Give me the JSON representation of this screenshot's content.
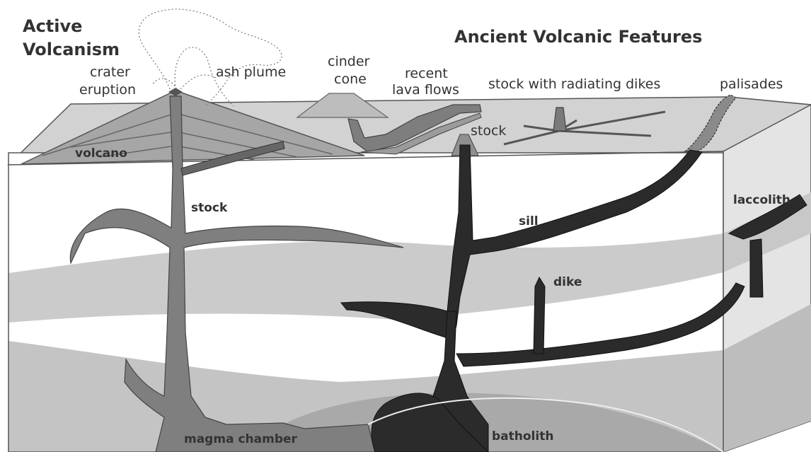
{
  "titles": {
    "active_line1": "Active",
    "active_line2": "Volcanism",
    "ancient": "Ancient Volcanic Features"
  },
  "labels": {
    "crater_line1": "crater",
    "crater_line2": "eruption",
    "ash_plume": "ash plume",
    "cinder_line1": "cinder",
    "cinder_line2": "cone",
    "lava_line1": "recent",
    "lava_line2": "lava flows",
    "stock_radiating": "stock with radiating dikes",
    "palisades": "palisades",
    "stock_surface": "stock",
    "volcano": "volcano",
    "stock_left": "stock",
    "sill": "sill",
    "laccolith": "laccolith",
    "dike": "dike",
    "magma_chamber": "magma chamber",
    "batholith": "batholith"
  },
  "colors": {
    "surface": "#cfcfcf",
    "side_face": "#dcdcdc",
    "layer_light": "#ffffff",
    "layer_grey": "#c8c8c8",
    "layer_deep": "#a8a8a8",
    "magma_grey": "#7f7f7f",
    "intrusion_dark": "#2a2a2a",
    "volcano_fill": "#a6a6a6"
  }
}
